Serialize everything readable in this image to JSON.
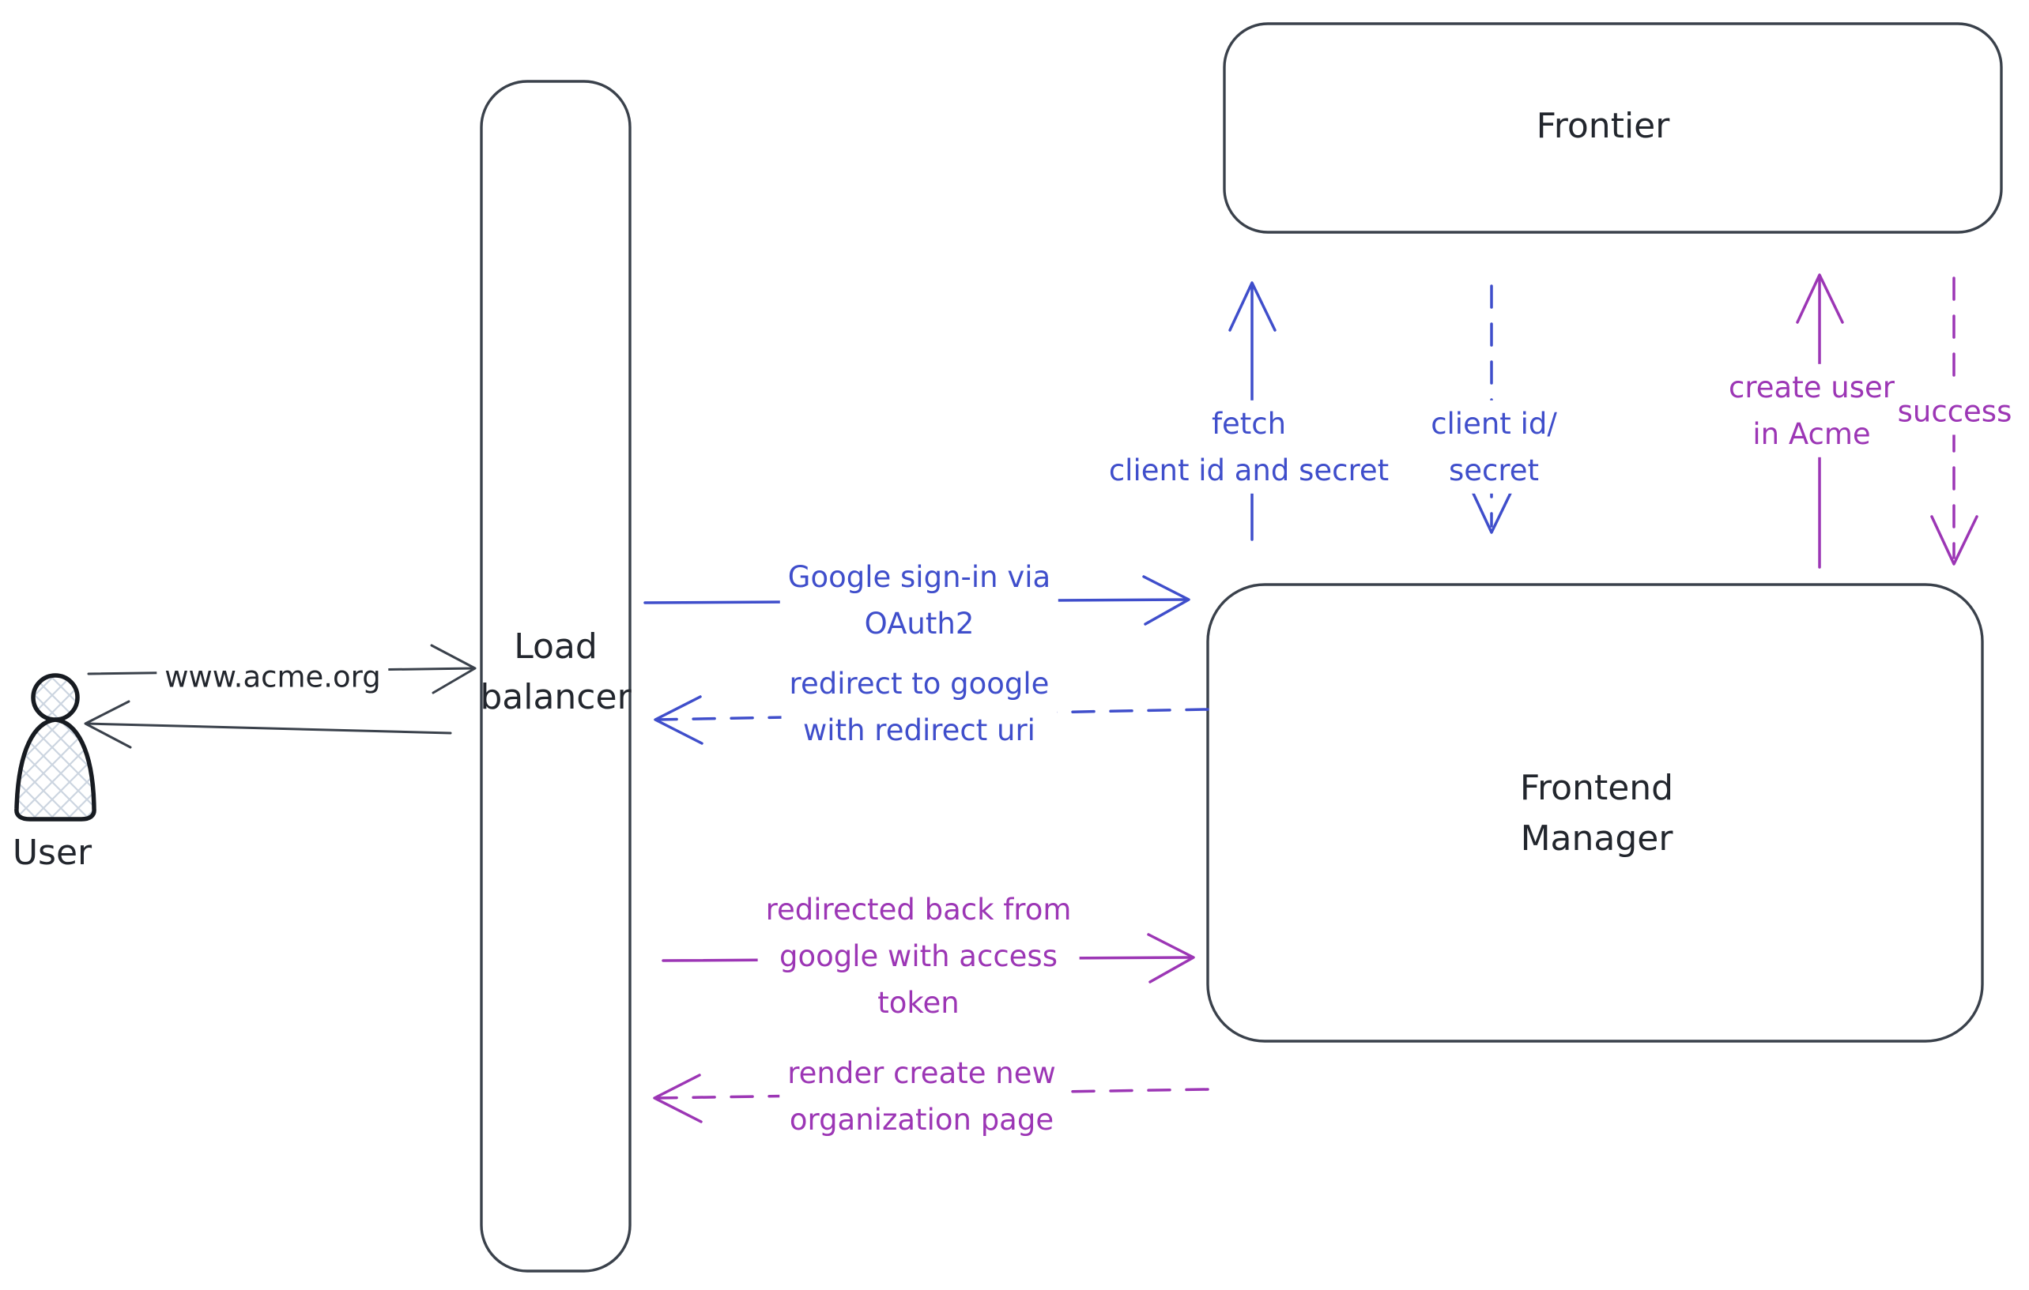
{
  "colors": {
    "bg": "#ffffff",
    "stroke": "#3a414b",
    "ink": "#22262d",
    "blue": "#3f4ecb",
    "purple": "#9c36b5",
    "hatch": "#ccd5e0"
  },
  "nodes": {
    "user": {
      "label": "User",
      "type": "actor"
    },
    "load_balancer": {
      "lines": [
        "Load",
        "balancer"
      ],
      "type": "box"
    },
    "frontier": {
      "label": "Frontier",
      "type": "box"
    },
    "frontend_manager": {
      "lines": [
        "Frontend",
        "Manager"
      ],
      "type": "box"
    }
  },
  "edges": {
    "www_acme": {
      "label": "www.acme.org",
      "from": "user",
      "to": "load_balancer",
      "style": "solid",
      "color": "dark"
    },
    "lb_to_user": {
      "from": "load_balancer",
      "to": "user",
      "style": "solid",
      "color": "dark"
    },
    "google_signin": {
      "lines": [
        "Google sign-in via",
        "OAuth2"
      ],
      "from": "load_balancer",
      "to": "frontend_manager",
      "style": "solid",
      "color": "blue"
    },
    "redirect_to_google": {
      "lines": [
        "redirect to google",
        "with redirect uri"
      ],
      "from": "frontend_manager",
      "to": "load_balancer",
      "style": "dashed",
      "color": "blue"
    },
    "redirected_back": {
      "lines": [
        "redirected back from",
        "google with access",
        "token"
      ],
      "from": "load_balancer",
      "to": "frontend_manager",
      "style": "solid",
      "color": "purple"
    },
    "render_org_page": {
      "lines": [
        "render create new",
        "organization page"
      ],
      "from": "frontend_manager",
      "to": "load_balancer",
      "style": "dashed",
      "color": "purple"
    },
    "fetch_client_secret": {
      "lines": [
        "fetch",
        "client id and secret"
      ],
      "from": "frontend_manager",
      "to": "frontier",
      "style": "solid",
      "color": "blue"
    },
    "client_id_secret": {
      "lines": [
        "client id/",
        "secret"
      ],
      "from": "frontier",
      "to": "frontend_manager",
      "style": "dashed",
      "color": "blue"
    },
    "create_user": {
      "lines": [
        "create user",
        "in Acme"
      ],
      "from": "frontend_manager",
      "to": "frontier",
      "style": "solid",
      "color": "purple"
    },
    "success": {
      "label": "success",
      "from": "frontier",
      "to": "frontend_manager",
      "style": "dashed",
      "color": "purple"
    }
  }
}
